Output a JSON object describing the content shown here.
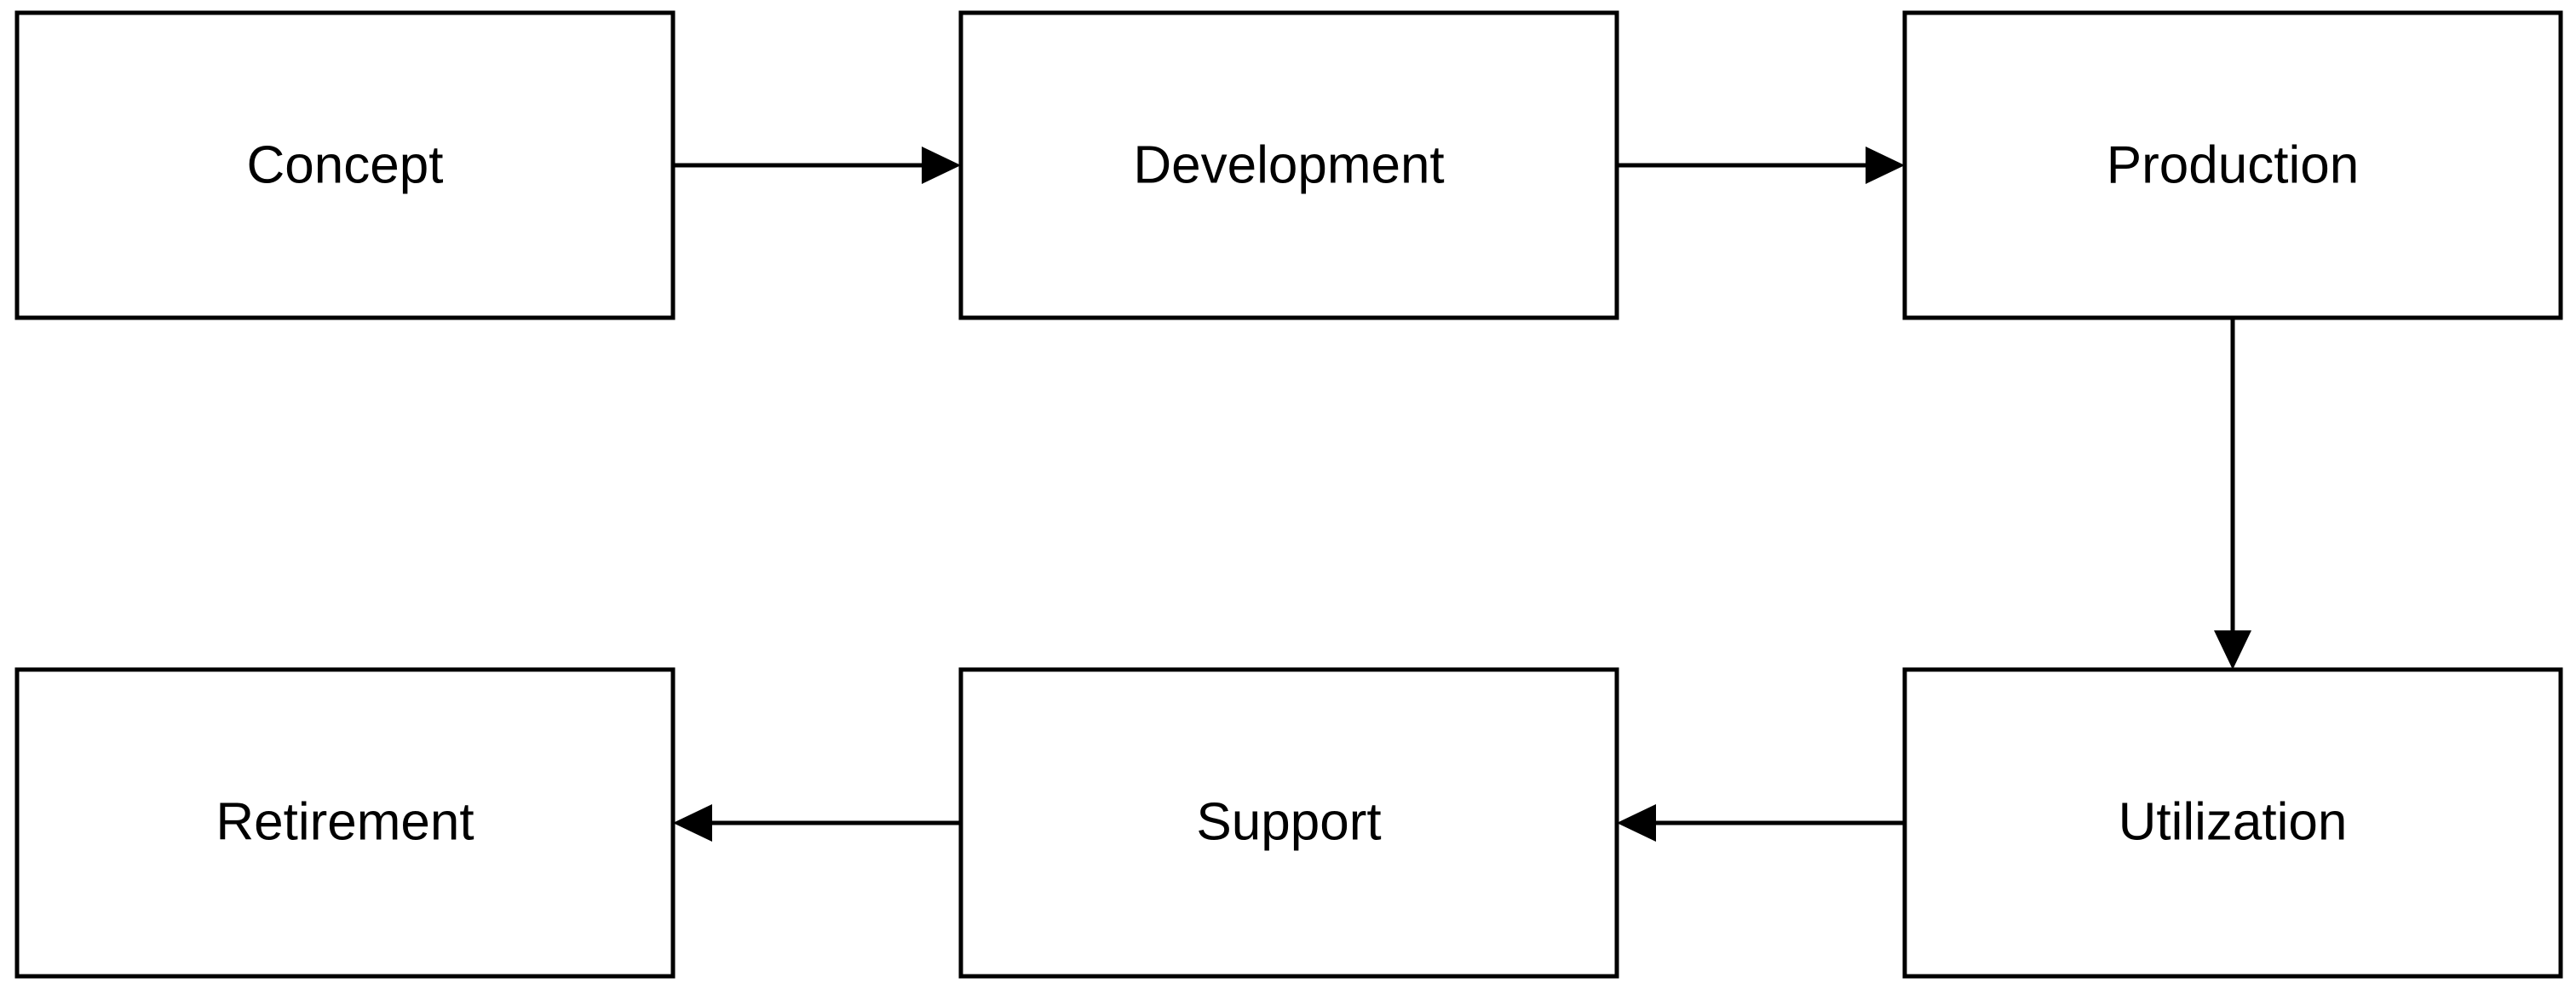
{
  "diagram": {
    "stages": [
      {
        "id": "concept",
        "label": "Concept"
      },
      {
        "id": "development",
        "label": "Development"
      },
      {
        "id": "production",
        "label": "Production"
      },
      {
        "id": "utilization",
        "label": "Utilization"
      },
      {
        "id": "support",
        "label": "Support"
      },
      {
        "id": "retirement",
        "label": "Retirement"
      }
    ],
    "edges": [
      {
        "from": "concept",
        "to": "development"
      },
      {
        "from": "development",
        "to": "production"
      },
      {
        "from": "production",
        "to": "utilization"
      },
      {
        "from": "utilization",
        "to": "support"
      },
      {
        "from": "support",
        "to": "retirement"
      }
    ],
    "colors": {
      "stroke": "#000000",
      "fill": "#ffffff",
      "text": "#000000"
    }
  }
}
